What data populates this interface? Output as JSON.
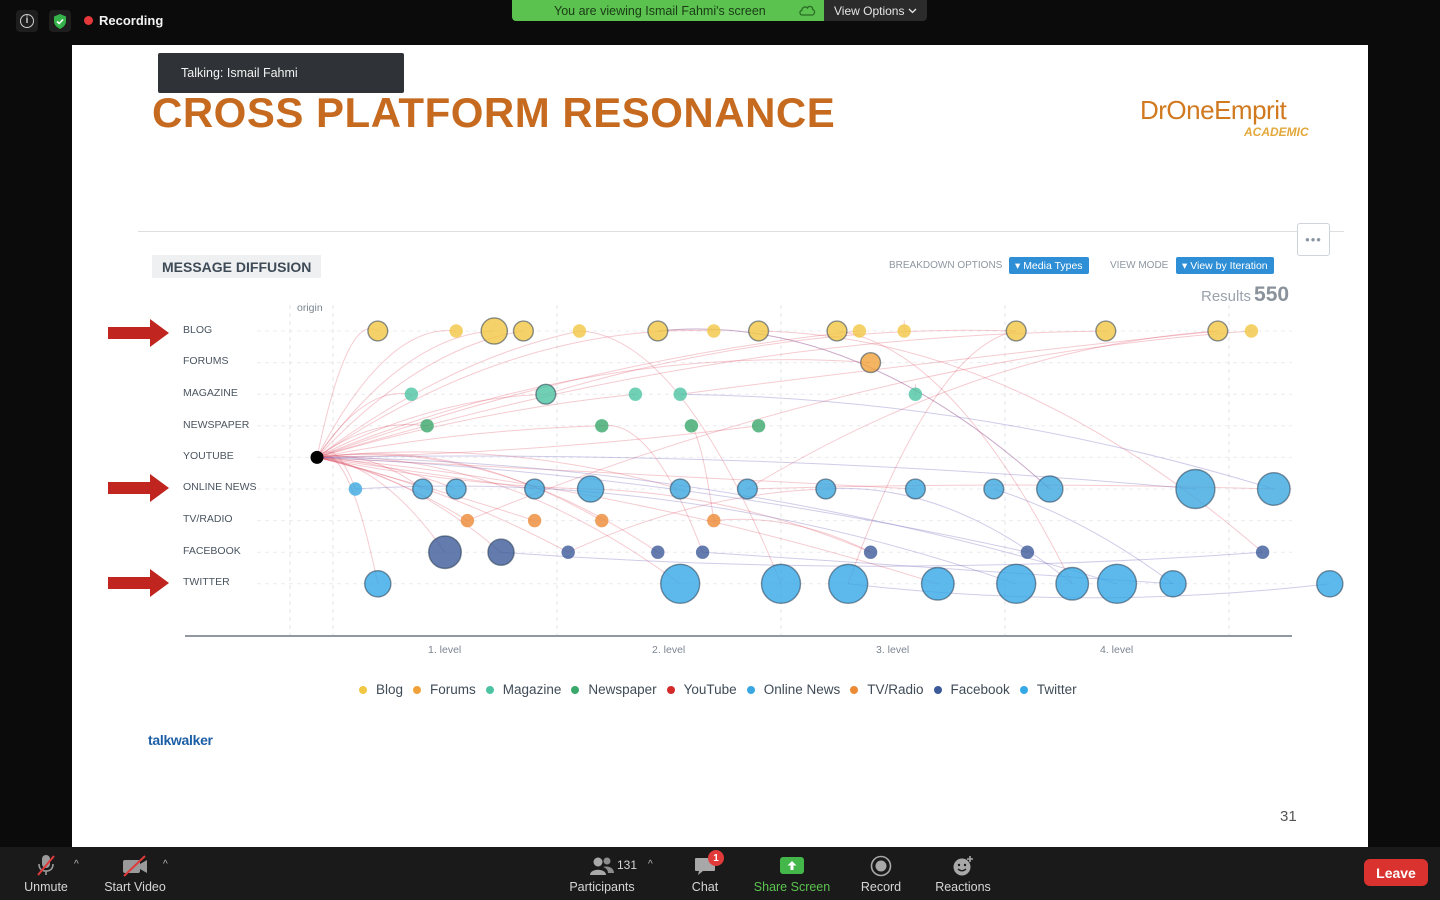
{
  "topbar": {
    "recording_label": "Recording",
    "viewing_banner": "You are viewing Ismail Fahmi's screen",
    "view_options_label": "View Options"
  },
  "slide": {
    "talking_label": "Talking: Ismail Fahmi",
    "title": "CROSS PLATFORM RESONANCE",
    "logo_text": "DrOneEmprit",
    "logo_sub": "ACADEMIC",
    "panel_title": "MESSAGE DIFFUSION",
    "breakdown_label": "BREAKDOWN OPTIONS",
    "breakdown_value": "▾ Media Types",
    "view_mode_label": "VIEW MODE",
    "view_mode_value": "▾ View by Iteration",
    "results_label": "Results",
    "results_value": "550",
    "more_label": "•••",
    "origin_label": "origin",
    "talkwalker_label": "talkwalker",
    "page_number": "31"
  },
  "chart_data": {
    "type": "scatter",
    "title": "MESSAGE DIFFUSION",
    "rows": [
      "BLOG",
      "FORUMS",
      "MAGAZINE",
      "NEWSPAPER",
      "YOUTUBE",
      "ONLINE NEWS",
      "TV/RADIO",
      "FACEBOOK",
      "TWITTER"
    ],
    "highlighted_rows": [
      "BLOG",
      "ONLINE NEWS",
      "TWITTER"
    ],
    "x_ticks": [
      "1. level",
      "2. level",
      "3. level",
      "4. level"
    ],
    "origin_row": "YOUTUBE",
    "legend": [
      {
        "name": "Blog",
        "color": "#f2c744"
      },
      {
        "name": "Forums",
        "color": "#f0a23a"
      },
      {
        "name": "Magazine",
        "color": "#4cc4a3"
      },
      {
        "name": "Newspaper",
        "color": "#3aa86b"
      },
      {
        "name": "YouTube",
        "color": "#d32a2a"
      },
      {
        "name": "Online News",
        "color": "#3ba7e0"
      },
      {
        "name": "TV/Radio",
        "color": "#ec8a36"
      },
      {
        "name": "Facebook",
        "color": "#3c5a99"
      },
      {
        "name": "Twitter",
        "color": "#35a8e6"
      }
    ],
    "nodes": [
      {
        "row": "BLOG",
        "level": 0.2,
        "size": 2
      },
      {
        "row": "BLOG",
        "level": 0.55,
        "size": 1
      },
      {
        "row": "BLOG",
        "level": 0.72,
        "size": 3
      },
      {
        "row": "BLOG",
        "level": 0.85,
        "size": 2
      },
      {
        "row": "BLOG",
        "level": 1.1,
        "size": 1
      },
      {
        "row": "BLOG",
        "level": 1.45,
        "size": 2
      },
      {
        "row": "BLOG",
        "level": 1.7,
        "size": 1
      },
      {
        "row": "BLOG",
        "level": 1.9,
        "size": 2
      },
      {
        "row": "BLOG",
        "level": 2.25,
        "size": 2
      },
      {
        "row": "BLOG",
        "level": 2.35,
        "size": 1
      },
      {
        "row": "BLOG",
        "level": 2.55,
        "size": 1
      },
      {
        "row": "BLOG",
        "level": 3.05,
        "size": 2
      },
      {
        "row": "BLOG",
        "level": 3.45,
        "size": 2
      },
      {
        "row": "BLOG",
        "level": 3.95,
        "size": 2
      },
      {
        "row": "BLOG",
        "level": 4.1,
        "size": 1
      },
      {
        "row": "FORUMS",
        "level": 2.4,
        "size": 2
      },
      {
        "row": "MAGAZINE",
        "level": 0.35,
        "size": 1
      },
      {
        "row": "MAGAZINE",
        "level": 0.95,
        "size": 2
      },
      {
        "row": "MAGAZINE",
        "level": 1.35,
        "size": 1
      },
      {
        "row": "MAGAZINE",
        "level": 1.55,
        "size": 1
      },
      {
        "row": "MAGAZINE",
        "level": 2.6,
        "size": 1
      },
      {
        "row": "NEWSPAPER",
        "level": 0.42,
        "size": 1
      },
      {
        "row": "NEWSPAPER",
        "level": 1.2,
        "size": 1
      },
      {
        "row": "NEWSPAPER",
        "level": 1.6,
        "size": 1
      },
      {
        "row": "NEWSPAPER",
        "level": 1.9,
        "size": 1
      },
      {
        "row": "ONLINE NEWS",
        "level": 0.1,
        "size": 1
      },
      {
        "row": "ONLINE NEWS",
        "level": 0.4,
        "size": 2
      },
      {
        "row": "ONLINE NEWS",
        "level": 0.55,
        "size": 2
      },
      {
        "row": "ONLINE NEWS",
        "level": 0.9,
        "size": 2
      },
      {
        "row": "ONLINE NEWS",
        "level": 1.15,
        "size": 3
      },
      {
        "row": "ONLINE NEWS",
        "level": 1.55,
        "size": 2
      },
      {
        "row": "ONLINE NEWS",
        "level": 1.85,
        "size": 2
      },
      {
        "row": "ONLINE NEWS",
        "level": 2.2,
        "size": 2
      },
      {
        "row": "ONLINE NEWS",
        "level": 2.6,
        "size": 2
      },
      {
        "row": "ONLINE NEWS",
        "level": 2.95,
        "size": 2
      },
      {
        "row": "ONLINE NEWS",
        "level": 3.2,
        "size": 3
      },
      {
        "row": "ONLINE NEWS",
        "level": 3.85,
        "size": 5
      },
      {
        "row": "ONLINE NEWS",
        "level": 4.2,
        "size": 4
      },
      {
        "row": "TV/RADIO",
        "level": 0.6,
        "size": 1
      },
      {
        "row": "TV/RADIO",
        "level": 0.9,
        "size": 1
      },
      {
        "row": "TV/RADIO",
        "level": 1.2,
        "size": 1
      },
      {
        "row": "TV/RADIO",
        "level": 1.7,
        "size": 1
      },
      {
        "row": "FACEBOOK",
        "level": 0.5,
        "size": 4
      },
      {
        "row": "FACEBOOK",
        "level": 0.75,
        "size": 3
      },
      {
        "row": "FACEBOOK",
        "level": 1.05,
        "size": 1
      },
      {
        "row": "FACEBOOK",
        "level": 1.45,
        "size": 1
      },
      {
        "row": "FACEBOOK",
        "level": 1.65,
        "size": 1
      },
      {
        "row": "FACEBOOK",
        "level": 2.4,
        "size": 1
      },
      {
        "row": "FACEBOOK",
        "level": 3.1,
        "size": 1
      },
      {
        "row": "FACEBOOK",
        "level": 4.15,
        "size": 1
      },
      {
        "row": "TWITTER",
        "level": 0.2,
        "size": 3
      },
      {
        "row": "TWITTER",
        "level": 1.55,
        "size": 5
      },
      {
        "row": "TWITTER",
        "level": 2.0,
        "size": 5
      },
      {
        "row": "TWITTER",
        "level": 2.3,
        "size": 5
      },
      {
        "row": "TWITTER",
        "level": 2.7,
        "size": 4
      },
      {
        "row": "TWITTER",
        "level": 3.05,
        "size": 5
      },
      {
        "row": "TWITTER",
        "level": 3.3,
        "size": 4
      },
      {
        "row": "TWITTER",
        "level": 3.5,
        "size": 5
      },
      {
        "row": "TWITTER",
        "level": 3.75,
        "size": 3
      },
      {
        "row": "TWITTER",
        "level": 4.45,
        "size": 3
      }
    ]
  },
  "bottombar": {
    "unmute_label": "Unmute",
    "start_video_label": "Start Video",
    "participants_label": "Participants",
    "participants_count": "131",
    "chat_label": "Chat",
    "chat_badge": "1",
    "share_label": "Share Screen",
    "record_label": "Record",
    "reactions_label": "Reactions",
    "leave_label": "Leave"
  }
}
